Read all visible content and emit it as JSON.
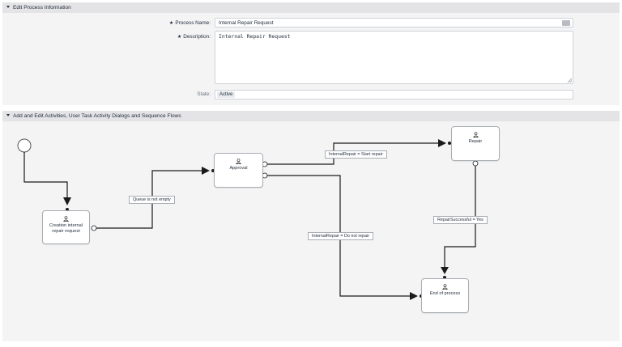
{
  "edit_section": {
    "title": "Edit Process Information",
    "process_name_label": "Process Name:",
    "process_name_value": "Internal Repair Request",
    "description_label": "Description:",
    "description_value": "Internal Repair Request",
    "state_label": "State:",
    "state_value": "Active",
    "required_marker": "★"
  },
  "flow_section": {
    "title": "Add and Edit Activities, User Task Activity Dialogs and Sequence Flows",
    "activities": {
      "creation": "Creation internal repair request",
      "approval": "Approval",
      "repair": "Repair",
      "end": "End of process"
    },
    "transitions": {
      "queue_not_empty": "Queue is not empty",
      "start_repair": "InternalRepair = Start repair",
      "do_not_repair": "InternalRepair = Do not repair",
      "repair_successful": "RepairSuccessful = Yes"
    }
  },
  "colors": {
    "section_bg": "#f4f4f5",
    "header_bg": "#e4e4e6",
    "line": "#1a1a1a",
    "node_border": "#a8adb3"
  }
}
